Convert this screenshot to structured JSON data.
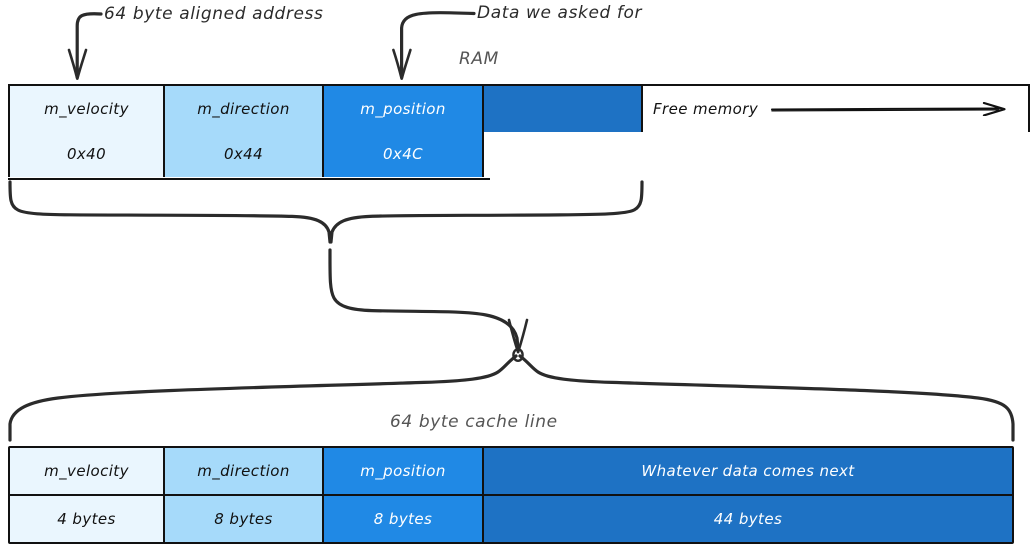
{
  "diagram": {
    "title_top": "RAM",
    "title_bottom": "64 byte cache line",
    "annotations": {
      "aligned_address": "64 byte aligned address",
      "data_asked_for": "Data we asked for"
    },
    "colors": {
      "very_light_blue": "#EAF6FE",
      "light_blue": "#A6DAFA",
      "bright_blue": "#2089E5",
      "dark_blue": "#1E72C4",
      "ink": "#2b2b2b",
      "white": "#FFFFFF"
    },
    "ram_table": {
      "name_row": [
        {
          "label": "m_velocity",
          "fill": "#EAF6FE",
          "text": "#111111"
        },
        {
          "label": "m_direction",
          "fill": "#A6DAFA",
          "text": "#111111"
        },
        {
          "label": "m_position",
          "fill": "#2089E5",
          "text": "#FFFFFF"
        },
        {
          "label": "",
          "fill": "#1E72C4",
          "text": "#FFFFFF"
        },
        {
          "label": "Free memory",
          "fill": "#FFFFFF",
          "text": "#111111"
        }
      ],
      "address_row": [
        {
          "label": "0x40",
          "fill": "#EAF6FE",
          "text": "#111111"
        },
        {
          "label": "0x44",
          "fill": "#A6DAFA",
          "text": "#111111"
        },
        {
          "label": "0x4C",
          "fill": "#2089E5",
          "text": "#FFFFFF"
        }
      ]
    },
    "cache_table": {
      "name_row": [
        {
          "label": "m_velocity",
          "fill": "#EAF6FE",
          "text": "#111111"
        },
        {
          "label": "m_direction",
          "fill": "#A6DAFA",
          "text": "#111111"
        },
        {
          "label": "m_position",
          "fill": "#2089E5",
          "text": "#FFFFFF"
        },
        {
          "label": "Whatever data comes next",
          "fill": "#1E72C4",
          "text": "#FFFFFF"
        }
      ],
      "size_row": [
        {
          "label": "4 bytes",
          "fill": "#EAF6FE",
          "text": "#111111"
        },
        {
          "label": "8 bytes",
          "fill": "#A6DAFA",
          "text": "#111111"
        },
        {
          "label": "8 bytes",
          "fill": "#2089E5",
          "text": "#FFFFFF"
        },
        {
          "label": "44 bytes",
          "fill": "#1E72C4",
          "text": "#FFFFFF"
        }
      ]
    }
  }
}
